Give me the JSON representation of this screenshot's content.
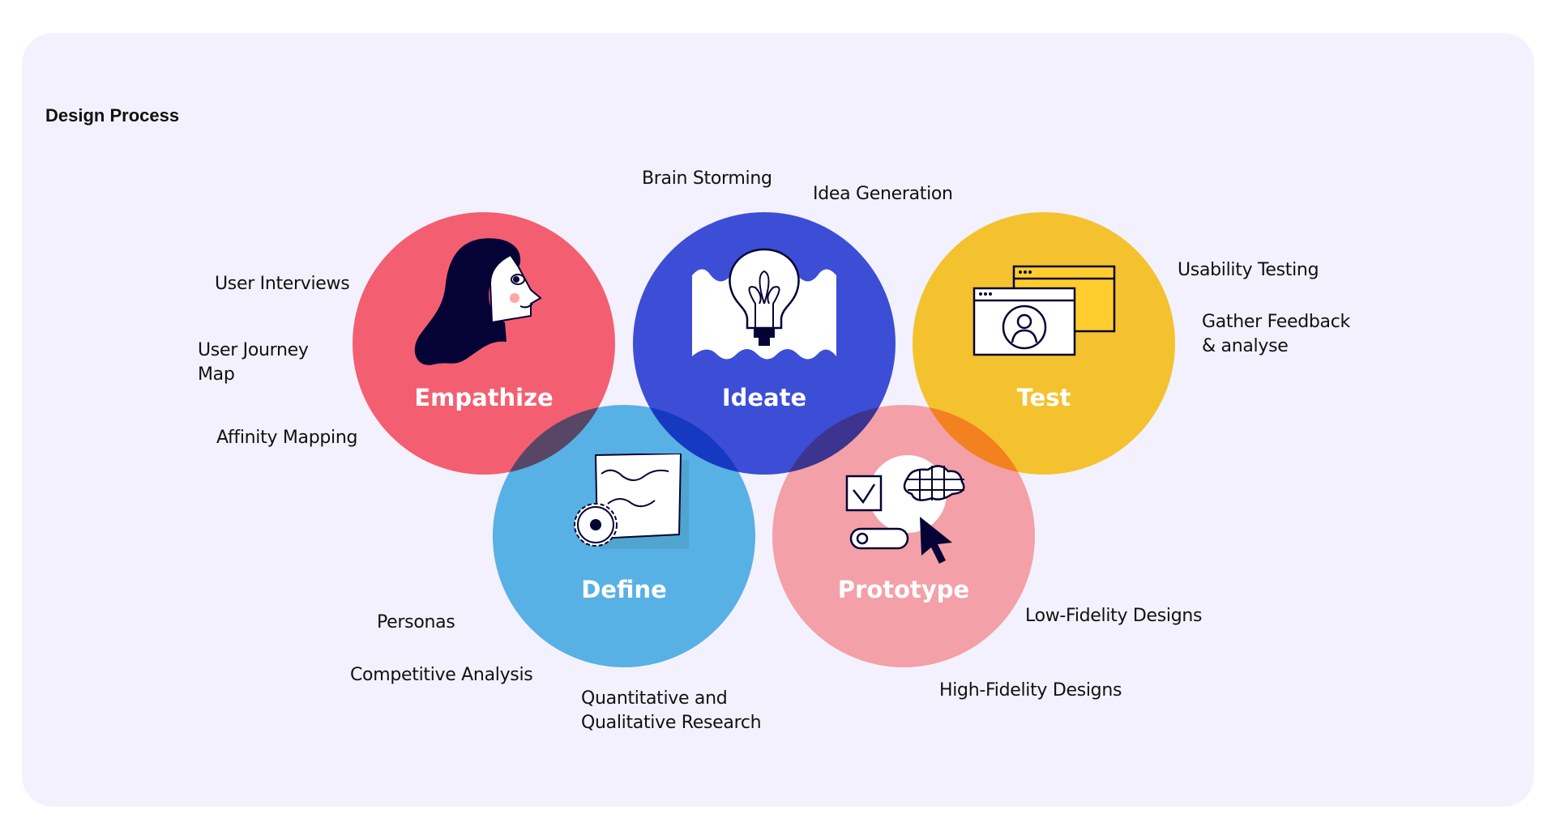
{
  "title": "Design Process",
  "colors": {
    "empathize": "#FF6472",
    "ideate": "#3F52D8",
    "test": "#FFCE2E",
    "define": "#5BBBE6",
    "prototype": "#FFA9A9",
    "background": "#F3F1FD"
  },
  "stages": {
    "empathize": {
      "label": "Empathize",
      "icon": "woman-face-icon",
      "activities": [
        "User Interviews",
        "User Journey",
        "Map",
        "Affinity Mapping"
      ]
    },
    "ideate": {
      "label": "Ideate",
      "icon": "lightbulb-icon",
      "activities": [
        "Brain Storming",
        "Idea Generation"
      ]
    },
    "test": {
      "label": "Test",
      "icon": "browser-windows-user-icon",
      "activities": [
        "Usability Testing",
        "Gather Feedback",
        "& analyse"
      ]
    },
    "define": {
      "label": "Define",
      "icon": "document-gear-icon",
      "activities": [
        "Personas",
        "Competitive Analysis",
        "Quantitative and",
        "Qualitative Research"
      ]
    },
    "prototype": {
      "label": "Prototype",
      "icon": "ui-components-cursor-icon",
      "activities": [
        "Low-Fidelity Designs",
        "High-Fidelity Designs"
      ]
    }
  }
}
